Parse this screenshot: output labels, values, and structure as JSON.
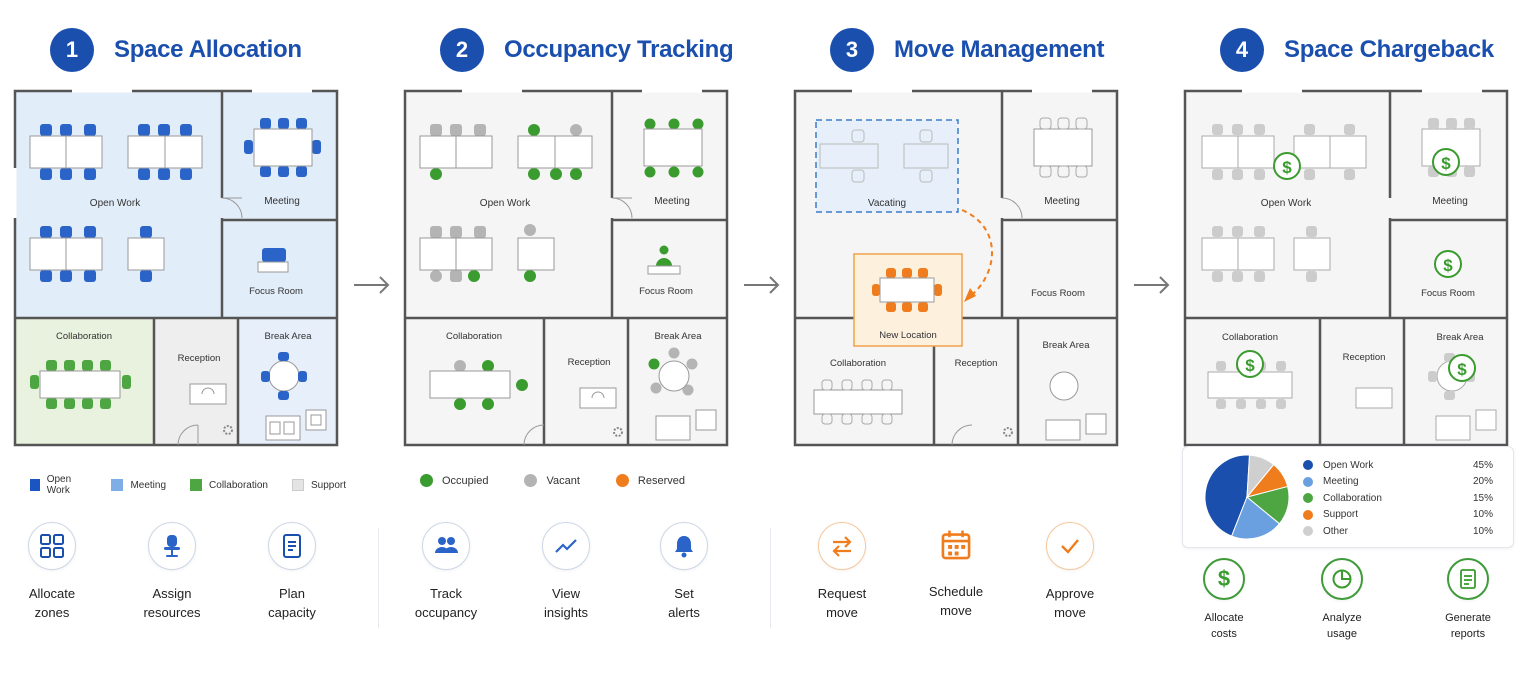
{
  "steps": [
    {
      "number": "1",
      "title": "Space Allocation"
    },
    {
      "number": "2",
      "title": "Occupancy Tracking"
    },
    {
      "number": "3",
      "title": "Move Management"
    },
    {
      "number": "4",
      "title": "Space Chargeback"
    }
  ],
  "rooms": {
    "open_work": "Open Work",
    "meeting": "Meeting",
    "focus_room": "Focus Room",
    "collaboration": "Collaboration",
    "reception": "Reception",
    "break_area": "Break Area",
    "vacating": "Vacating",
    "new_location": "New Location"
  },
  "zone_legend": [
    {
      "label": "Open Work",
      "color": "#1b55c2"
    },
    {
      "label": "Meeting",
      "color": "#7faee6"
    },
    {
      "label": "Collaboration",
      "color": "#4ea642"
    },
    {
      "label": "Support",
      "color": "#e4e4e4"
    }
  ],
  "occupancy_legend": [
    {
      "label": "Occupied",
      "color": "#3a9b2e"
    },
    {
      "label": "Vacant",
      "color": "#b4b4b4"
    },
    {
      "label": "Reserved",
      "color": "#f07d1d"
    }
  ],
  "colors": {
    "accent": "#1a4fae",
    "orange": "#f07d1d",
    "green": "#3a9b2e"
  },
  "actions_1": [
    {
      "icon": "grid-icon",
      "label": "Allocate\nzones"
    },
    {
      "icon": "chair-icon",
      "label": "Assign\nresources"
    },
    {
      "icon": "document-icon",
      "label": "Plan\ncapacity"
    }
  ],
  "actions_2": [
    {
      "icon": "people-icon",
      "label": "Track\noccupancy"
    },
    {
      "icon": "trend-line-icon",
      "label": "View\ninsights"
    },
    {
      "icon": "bell-icon",
      "label": "Set\nalerts"
    }
  ],
  "actions_3": [
    {
      "icon": "swap-arrows-icon",
      "label": "Request\nmove"
    },
    {
      "icon": "calendar-icon",
      "label": "Schedule\nmove"
    },
    {
      "icon": "checkmark-icon",
      "label": "Approve\nmove"
    }
  ],
  "actions_4": [
    {
      "icon": "dollar-icon",
      "label": "Allocate\ncosts"
    },
    {
      "icon": "pie-icon",
      "label": "Analyze\nusage"
    },
    {
      "icon": "report-icon",
      "label": "Generate\nreports"
    }
  ],
  "chart_data": {
    "type": "pie",
    "categories": [
      "Open Work",
      "Meeting",
      "Collaboration",
      "Support",
      "Other"
    ],
    "values": [
      45,
      20,
      15,
      10,
      10
    ],
    "labels": [
      "45%",
      "20%",
      "15%",
      "10%",
      "10%"
    ],
    "colors": [
      "#1a4fae",
      "#6a9fe0",
      "#4ea642",
      "#f07d1d",
      "#cfcfcf"
    ],
    "legend": "right"
  },
  "currency_symbol": "$"
}
